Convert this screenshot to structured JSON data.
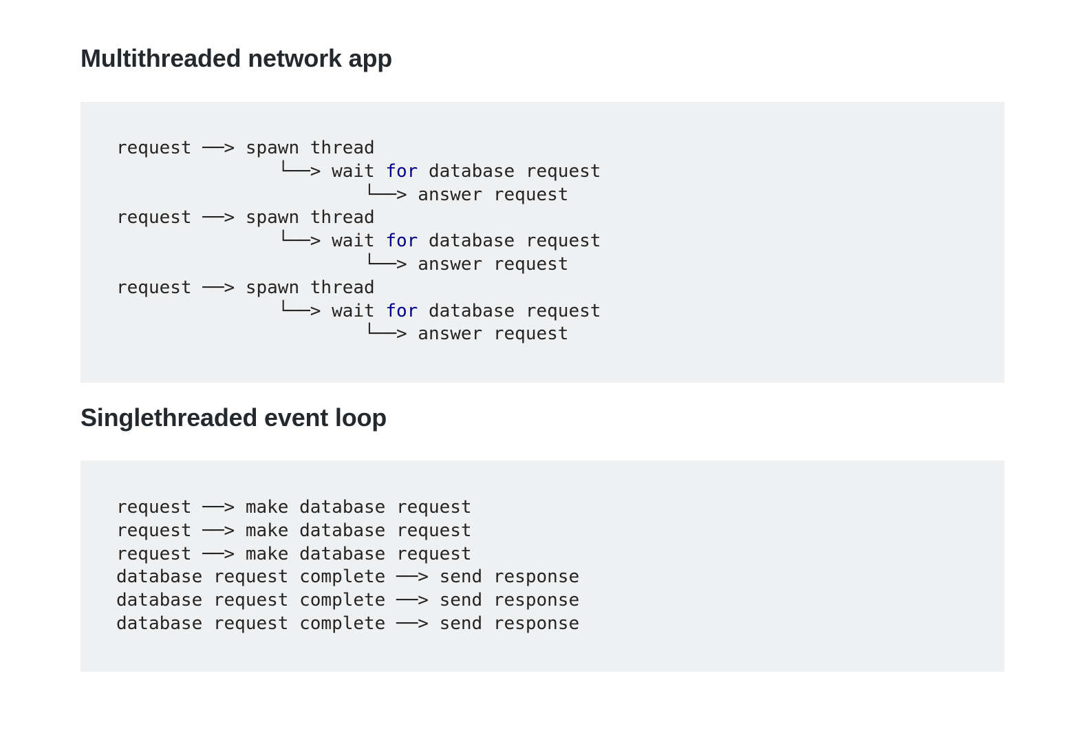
{
  "sections": [
    {
      "heading": "Multithreaded network app",
      "lines": [
        {
          "pre": "request ──> spawn thread",
          "kw": "",
          "post": ""
        },
        {
          "pre": "               └──> wait ",
          "kw": "for",
          "post": " database request"
        },
        {
          "pre": "                       └──> answer request",
          "kw": "",
          "post": ""
        },
        {
          "pre": "request ──> spawn thread",
          "kw": "",
          "post": ""
        },
        {
          "pre": "               └──> wait ",
          "kw": "for",
          "post": " database request"
        },
        {
          "pre": "                       └──> answer request",
          "kw": "",
          "post": ""
        },
        {
          "pre": "request ──> spawn thread",
          "kw": "",
          "post": ""
        },
        {
          "pre": "               └──> wait ",
          "kw": "for",
          "post": " database request"
        },
        {
          "pre": "                       └──> answer request",
          "kw": "",
          "post": ""
        }
      ]
    },
    {
      "heading": "Singlethreaded event loop",
      "lines": [
        {
          "pre": "request ──> make database request",
          "kw": "",
          "post": ""
        },
        {
          "pre": "request ──> make database request",
          "kw": "",
          "post": ""
        },
        {
          "pre": "request ──> make database request",
          "kw": "",
          "post": ""
        },
        {
          "pre": "database request complete ──> send response",
          "kw": "",
          "post": ""
        },
        {
          "pre": "database request complete ──> send response",
          "kw": "",
          "post": ""
        },
        {
          "pre": "database request complete ──> send response",
          "kw": "",
          "post": ""
        }
      ]
    }
  ],
  "colors": {
    "keyword": "#00008b",
    "code_background": "#eff0f1",
    "heading_text": "#24292e"
  }
}
